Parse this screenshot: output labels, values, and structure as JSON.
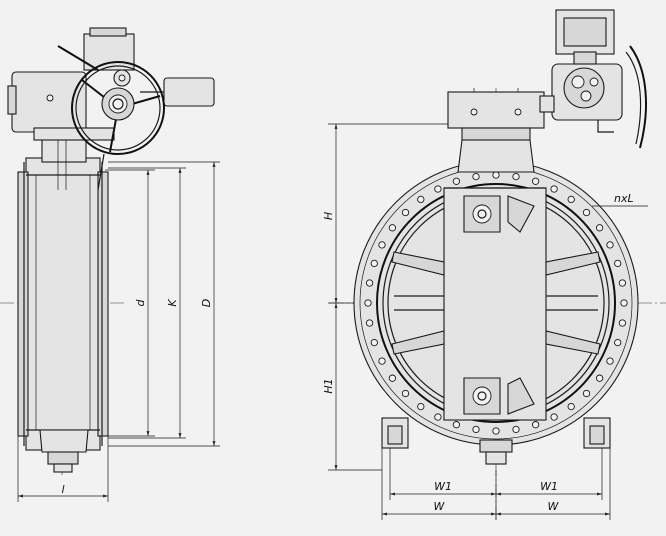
{
  "diagram": {
    "labels": {
      "H": "H",
      "H1": "H1",
      "W1": "W1",
      "W": "W",
      "d": "d",
      "K": "K",
      "D": "D",
      "l": "l",
      "nxL": "nxL"
    },
    "front_view": {
      "bolt_holes": 40
    },
    "colors": {
      "line": "#1a1a1a",
      "background": "#f2f2f2",
      "body_fill": "#e4e4e4"
    }
  }
}
